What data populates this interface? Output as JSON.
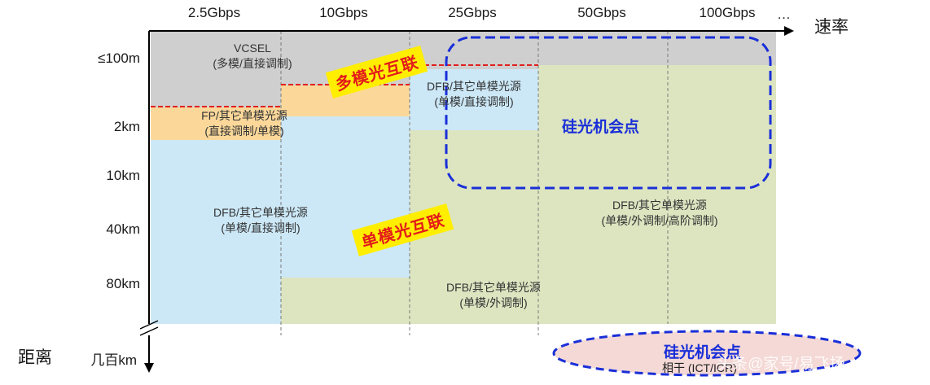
{
  "rate_axis": {
    "label": "速率",
    "ellipsis": "…",
    "rates": [
      "2.5Gbps",
      "10Gbps",
      "25Gbps",
      "50Gbps",
      "100Gbps"
    ]
  },
  "distance_axis": {
    "label": "距离",
    "levels": [
      "≤100m",
      "2km",
      "10km",
      "40km",
      "80km",
      "几百km"
    ]
  },
  "regions": {
    "vcsel": {
      "line1": "VCSEL",
      "line2": "(多模/直接调制)"
    },
    "fp": {
      "line1": "FP/其它单模光源",
      "line2": "(直接调制/单模)"
    },
    "dfb_direct_short": {
      "line1": "DFB/其它单模光源",
      "line2": "(单模/直接调制)"
    },
    "dfb_direct_long": {
      "line1": "DFB/其它单模光源",
      "line2": "(单模/直接调制)"
    },
    "dfb_external": {
      "line1": "DFB/其它单模光源",
      "line2": "(单模/外调制)"
    },
    "dfb_advanced": {
      "line1": "DFB/其它单模光源",
      "line2": "(单模/外调制/高阶调制)"
    }
  },
  "tags": {
    "multimode": "多模光互联",
    "singlemode": "单模光互联"
  },
  "opportunities": {
    "main": "硅光机会点",
    "coherent_title": "硅光机会点",
    "coherent_sub": "相干 (ICT/ICR)"
  },
  "watermark": "头条@家号/易飞扬",
  "colors": {
    "grey": "#cfcfcf",
    "orange": "#fbd89a",
    "light_blue": "#cce8f7",
    "green": "#dce5c0",
    "red_dash": "#e02020",
    "blue_dash": "#1a2fd8",
    "pink": "#f4d9d6"
  }
}
